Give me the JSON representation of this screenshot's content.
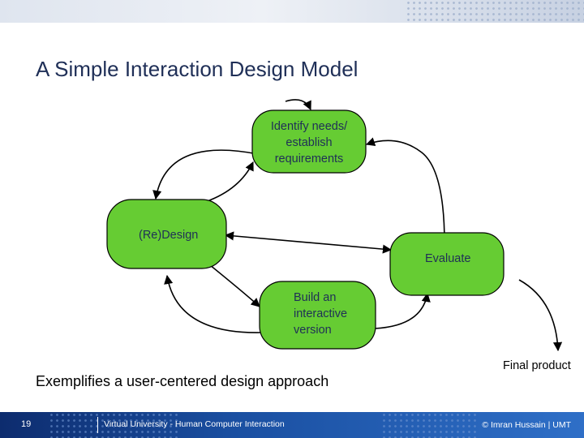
{
  "slide": {
    "title": "A Simple Interaction Design Model",
    "caption": "Exemplifies a user-centered design approach"
  },
  "diagram": {
    "nodes": {
      "identify": [
        "Identify needs/",
        "establish",
        "requirements"
      ],
      "redesign": "(Re)Design",
      "evaluate": "Evaluate",
      "build": [
        "Build an",
        "interactive",
        "version"
      ]
    },
    "final_product": "Final product"
  },
  "colors": {
    "node_fill": "#66cc33",
    "title_text": "#1f2f57",
    "footer_band": "#1a4fa1"
  },
  "footer": {
    "page_number": "19",
    "left_text": "Virtual University - Human Computer Interaction",
    "right_text": "© Imran Hussain | UMT"
  }
}
